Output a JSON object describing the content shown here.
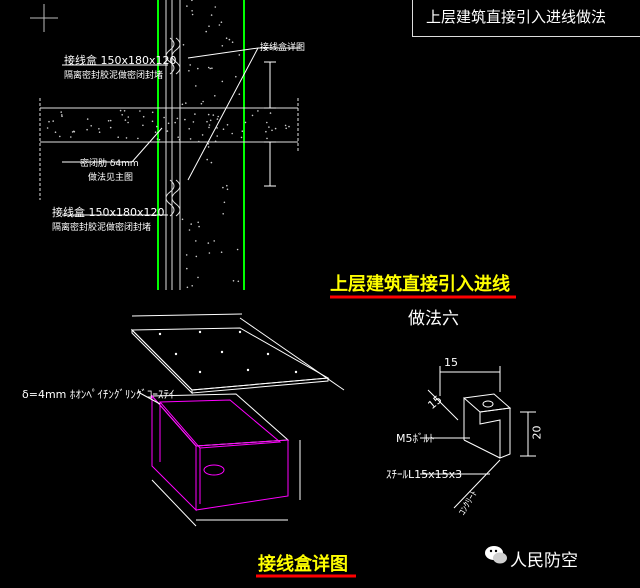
{
  "title": "上层建筑直接引入进线做法",
  "section": {
    "main_caption": "上层建筑直接引入进线",
    "sub_caption": "做法六"
  },
  "upper_labels": {
    "box_top": "接线盒  150x180x120",
    "box_top_note": "隔离密封胶泥做密闭封堵",
    "box_bottom": "接线盒  150x180x120",
    "box_bottom_note": "隔离密封胶泥做密闭封堵",
    "pipe_note": "密闭肋 δ4mm",
    "pipe_note2": "做法见主图",
    "right_note": "接线盒详图"
  },
  "box_detail": {
    "caption": "接线盒详图",
    "plate_label": "δ=4mm ﾎｵﾝﾍﾟｲﾁﾝｸﾞﾘﾝｸﾞｺｰｽﾃｲ"
  },
  "bracket_detail": {
    "dim_top": "15",
    "dim_angle": "15",
    "dim_side": "20",
    "label_bolt": "M5ﾎﾞﾙﾄ",
    "label_angle": "ｽﾁｰﾙL15x15x3",
    "label_bottom": "ｺﾝｸﾘｰﾄ"
  },
  "watermark": {
    "text": "人民防空",
    "icon": "wechat-icon"
  },
  "colors": {
    "background": "#000000",
    "caption_yellow": "#ffff00",
    "underline_red": "#ff0000",
    "wall_green": "#00ff00",
    "box_magenta": "#ff00ff"
  }
}
